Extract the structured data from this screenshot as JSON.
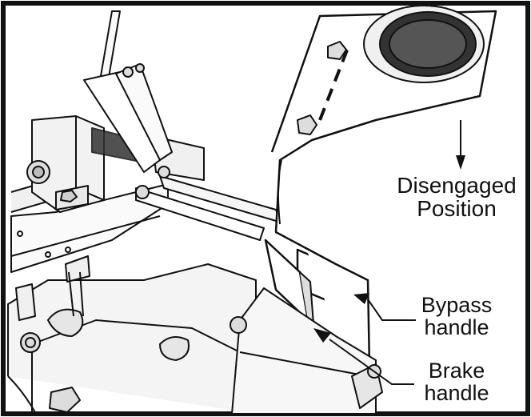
{
  "labels": {
    "disengaged": [
      "Disengaged",
      "Position"
    ],
    "bypass": [
      "Bypass",
      "handle"
    ],
    "brake": [
      "Brake",
      "handle"
    ]
  },
  "colors": {
    "line": "#111111",
    "fill": "#ffffff",
    "shade": "#d9d9d9"
  }
}
